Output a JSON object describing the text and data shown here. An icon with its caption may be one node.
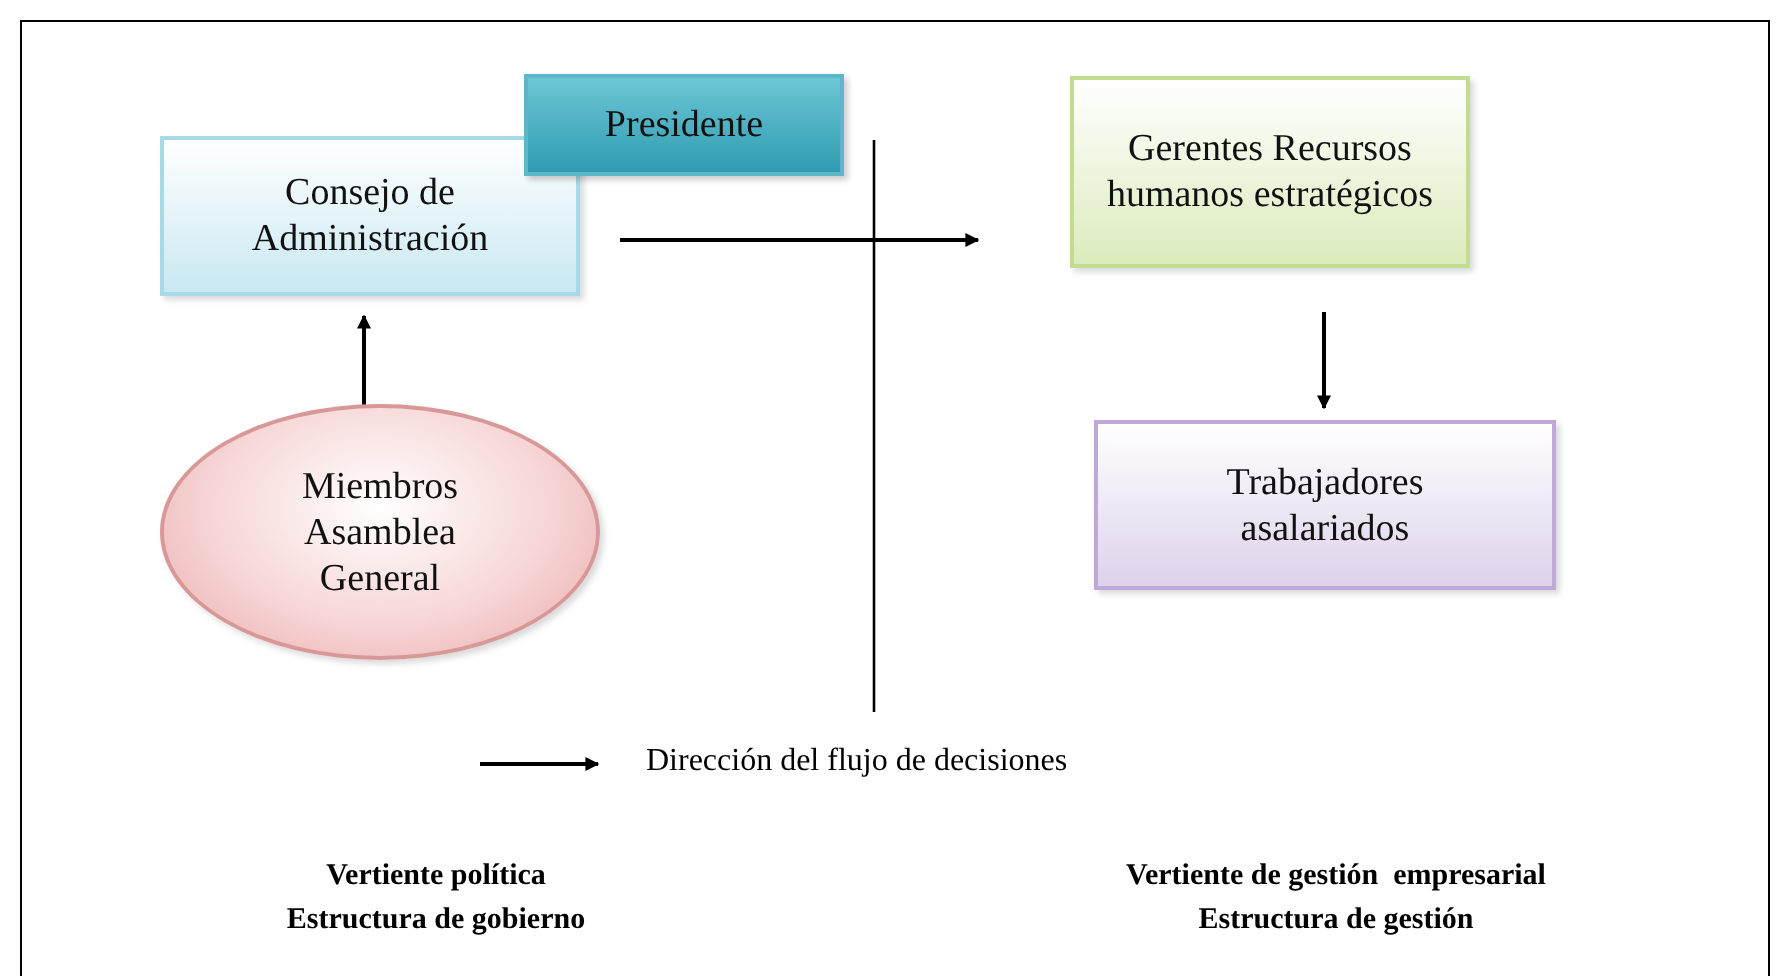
{
  "diagram": {
    "nodes": [
      {
        "text": [
          "Consejo de Administración"
        ]
      },
      {
        "text": [
          "Presidente"
        ]
      },
      {
        "text": [
          "Gerentes Recursos humanos estratégicos"
        ]
      },
      {
        "text": [
          "Trabajadores asalariados"
        ]
      },
      {
        "text": [
          "Miembros Asamblea General"
        ]
      }
    ],
    "edges": [
      {
        "from": 4,
        "to": 0,
        "arrow": "to"
      },
      {
        "from": 0,
        "to": 2,
        "arrow": "to"
      },
      {
        "from": 2,
        "to": 3,
        "arrow": "to"
      }
    ],
    "labels": [
      "Vertiente política",
      "Vertiente de gestión  empresarial",
      "Estructura de gobierno",
      "Estructura de gestión"
    ],
    "legend": [
      {
        "text": "Dirección del flujo de decisiones"
      }
    ]
  }
}
